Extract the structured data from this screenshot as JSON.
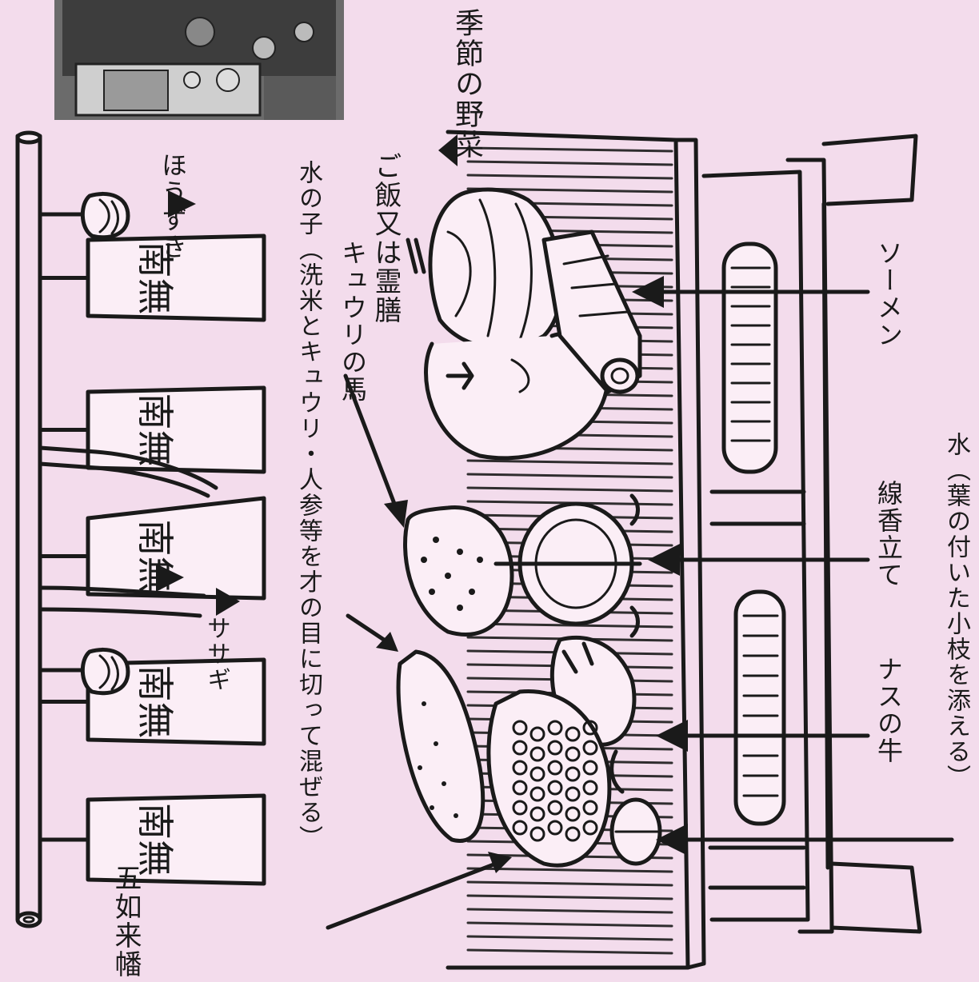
{
  "labels": {
    "gonyorai": "五如来幡",
    "hozuki": "ほうずき",
    "sasage": "ササギ",
    "mizunoko": "水の子（洗米とキュウリ・人参等を才の目に切って混ぜる）",
    "kyuri_uma": "キュウリの馬",
    "gohan": "ご飯又は霊膳",
    "kisetsu_yasai": "季節の野菜",
    "somen": "ソーメン",
    "senko_tate": "線香立て",
    "nasu_ushi": "ナスの牛",
    "mizu": "水（葉の付いた小枝を添える）"
  },
  "banner_text": "南無",
  "colors": {
    "paper": "#f3dcec",
    "ink": "#1a1a1a"
  }
}
